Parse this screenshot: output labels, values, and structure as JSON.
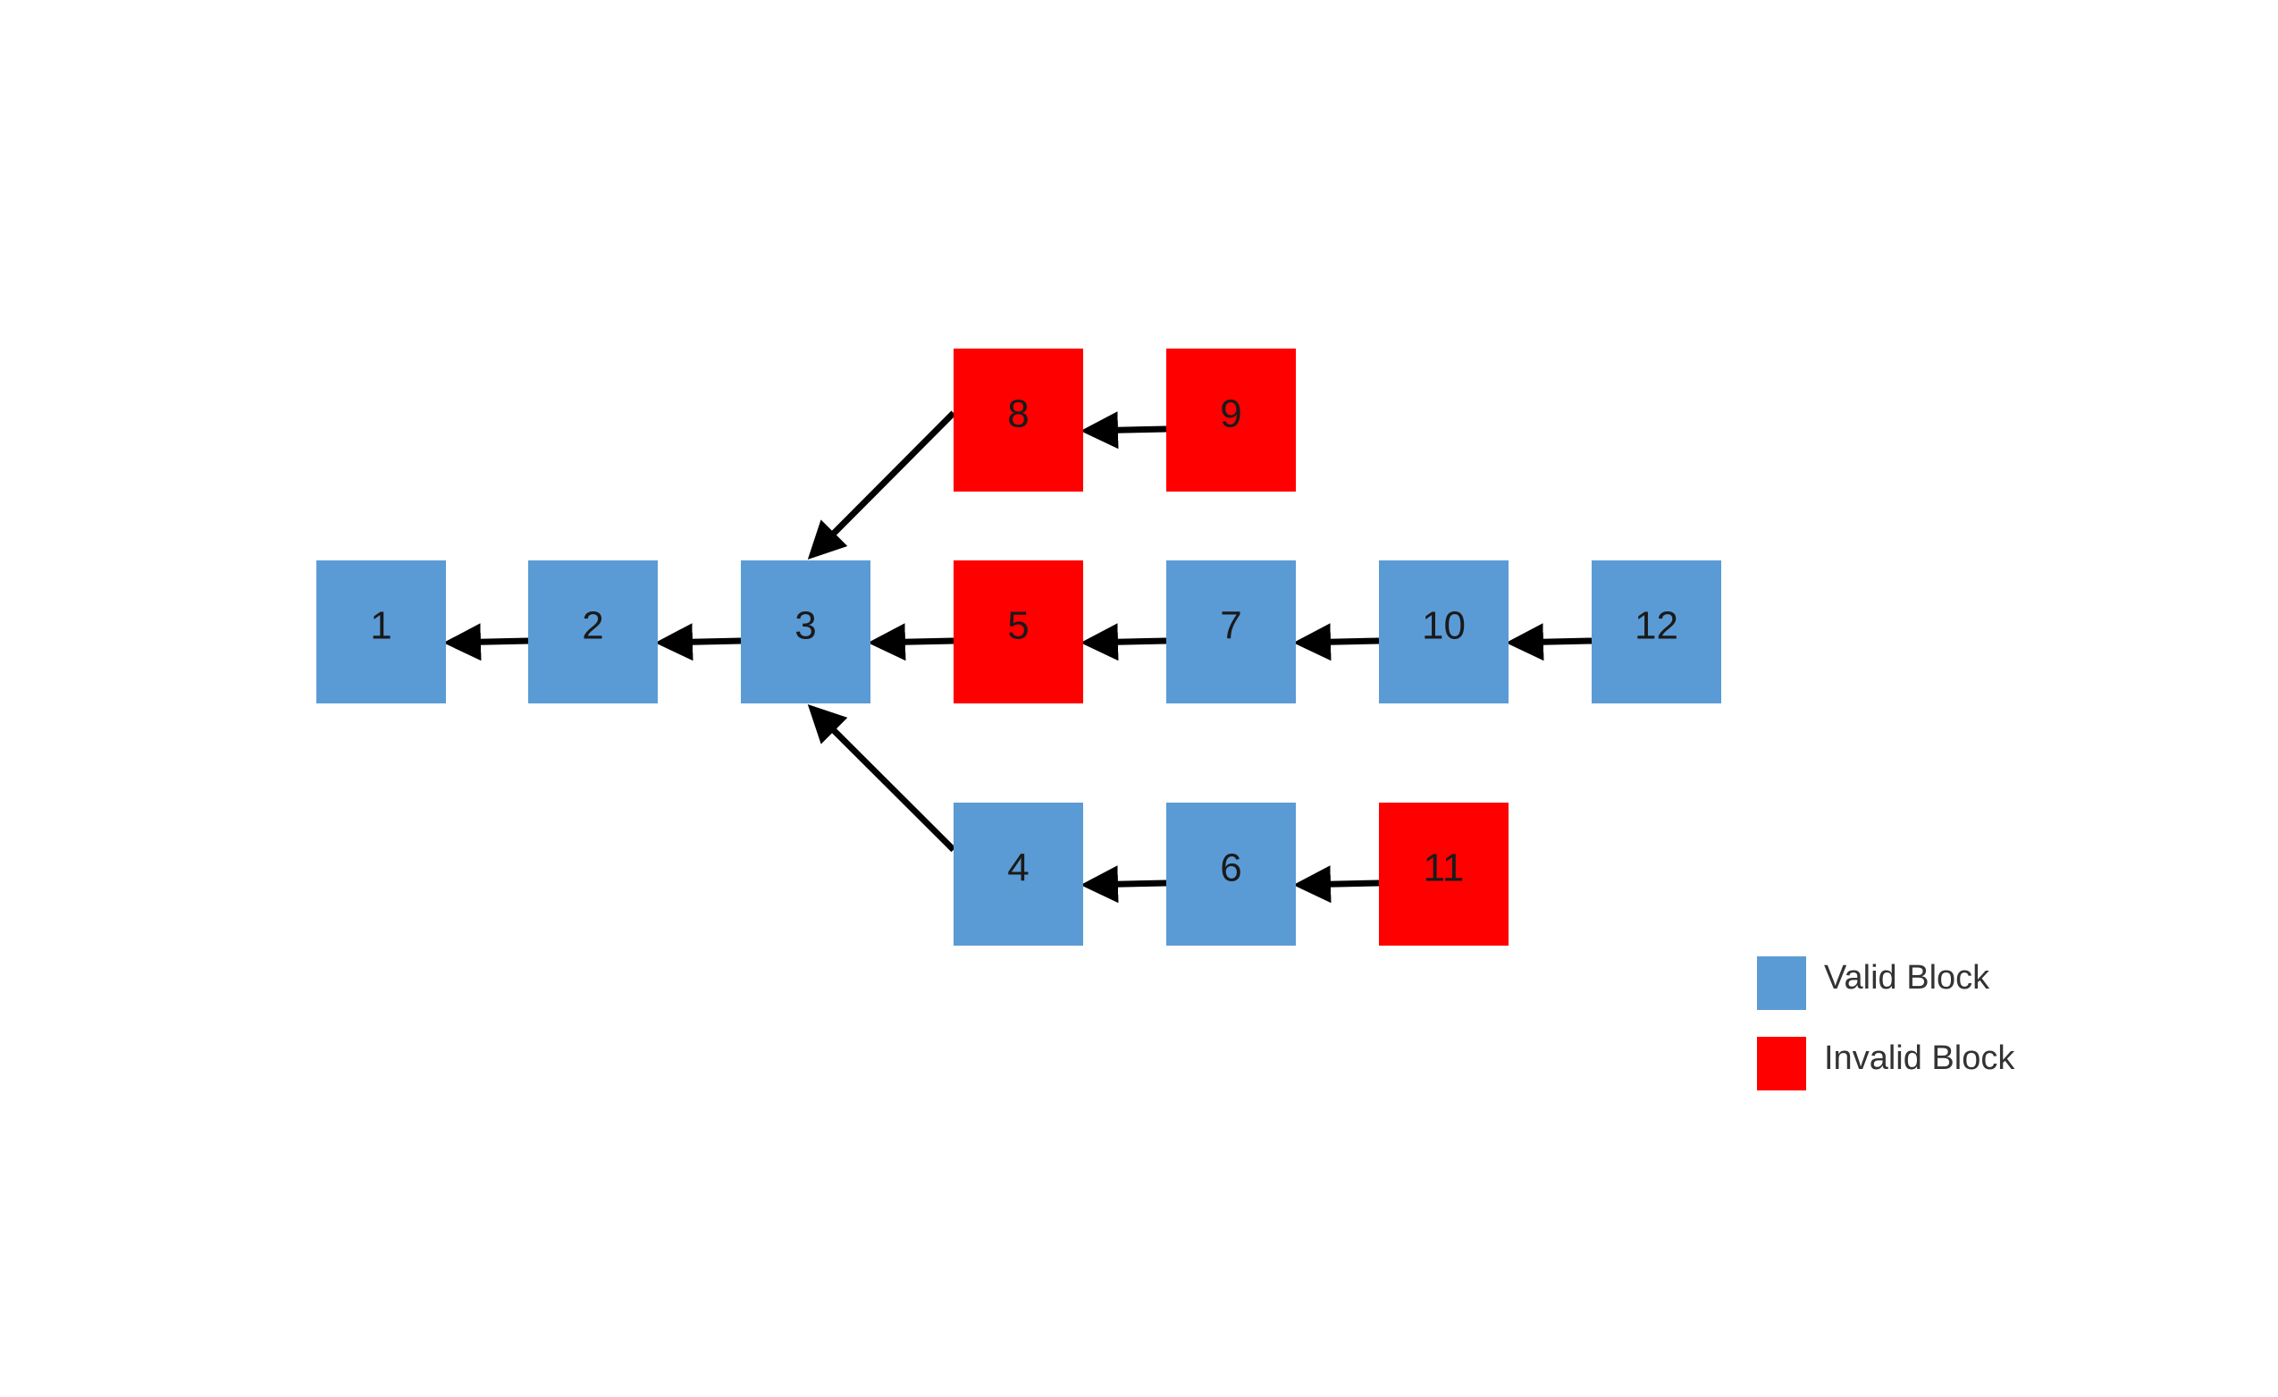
{
  "colors": {
    "valid": "#5b9bd5",
    "invalid": "#ff0000",
    "arrow": "#000000"
  },
  "blocks": [
    {
      "id": "1",
      "label": "1",
      "status": "valid"
    },
    {
      "id": "2",
      "label": "2",
      "status": "valid"
    },
    {
      "id": "3",
      "label": "3",
      "status": "valid"
    },
    {
      "id": "4",
      "label": "4",
      "status": "valid"
    },
    {
      "id": "5",
      "label": "5",
      "status": "invalid"
    },
    {
      "id": "6",
      "label": "6",
      "status": "valid"
    },
    {
      "id": "7",
      "label": "7",
      "status": "valid"
    },
    {
      "id": "8",
      "label": "8",
      "status": "invalid"
    },
    {
      "id": "9",
      "label": "9",
      "status": "invalid"
    },
    {
      "id": "10",
      "label": "10",
      "status": "valid"
    },
    {
      "id": "11",
      "label": "11",
      "status": "invalid"
    },
    {
      "id": "12",
      "label": "12",
      "status": "valid"
    }
  ],
  "edges": [
    {
      "from": "2",
      "to": "1"
    },
    {
      "from": "3",
      "to": "2"
    },
    {
      "from": "5",
      "to": "3"
    },
    {
      "from": "8",
      "to": "3"
    },
    {
      "from": "4",
      "to": "3"
    },
    {
      "from": "9",
      "to": "8"
    },
    {
      "from": "7",
      "to": "5"
    },
    {
      "from": "10",
      "to": "7"
    },
    {
      "from": "12",
      "to": "10"
    },
    {
      "from": "6",
      "to": "4"
    },
    {
      "from": "11",
      "to": "6"
    }
  ],
  "legend": {
    "items": [
      {
        "status": "valid",
        "label": "Valid Block"
      },
      {
        "status": "invalid",
        "label": "Invalid Block"
      }
    ]
  }
}
